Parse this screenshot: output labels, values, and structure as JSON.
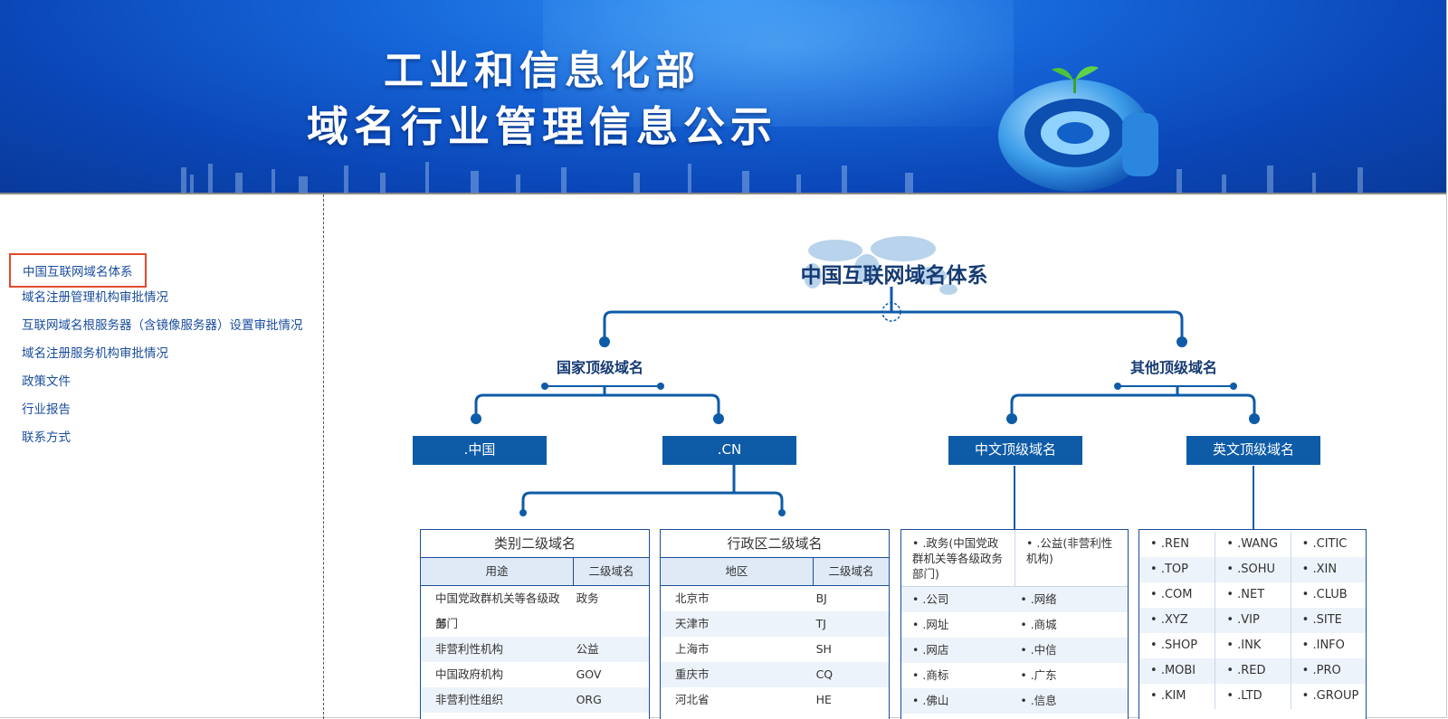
{
  "banner": {
    "title_line1": "工业和信息化部",
    "title_line2": "域名行业管理信息公示",
    "logo_icon": "at-sign-logo-icon"
  },
  "sidebar": {
    "items": [
      {
        "label": "中国互联网域名体系",
        "active": true
      },
      {
        "label": "域名注册管理机构审批情况"
      },
      {
        "label": "互联网域名根服务器（含镜像服务器）设置审批情况"
      },
      {
        "label": "域名注册服务机构审批情况"
      },
      {
        "label": "政策文件"
      },
      {
        "label": "行业报告"
      },
      {
        "label": "联系方式"
      }
    ]
  },
  "diagram": {
    "title": "中国互联网域名体系",
    "national": "国家顶级域名",
    "other": "其他顶级域名",
    "boxes": [
      ".中国",
      ".CN",
      "中文顶级域名",
      "英文顶级域名"
    ],
    "category_table": {
      "title": "类别二级域名",
      "headers": [
        "用途",
        "二级域名"
      ],
      "rows": [
        [
          "中国党政群机关等各级政务",
          "政务"
        ],
        [
          "部门",
          ""
        ],
        [
          "非营利性机构",
          "公益"
        ],
        [
          "中国政府机构",
          "GOV"
        ],
        [
          "非营利性组织",
          "ORG"
        ]
      ]
    },
    "region_table": {
      "title": "行政区二级域名",
      "headers": [
        "地区",
        "二级域名"
      ],
      "rows": [
        [
          "北京市",
          "BJ"
        ],
        [
          "天津市",
          "TJ"
        ],
        [
          "上海市",
          "SH"
        ],
        [
          "重庆市",
          "CQ"
        ],
        [
          "河北省",
          "HE"
        ]
      ]
    },
    "chinese_tld": {
      "head_left": ".政务(中国党政群机关等各级政务部门)",
      "head_right": ".公益(非营利性机构)",
      "rows": [
        [
          ".公司",
          ".网络"
        ],
        [
          ".网址",
          ".商城"
        ],
        [
          ".网店",
          ".中信"
        ],
        [
          ".商标",
          ".广东"
        ],
        [
          ".佛山",
          ".信息"
        ]
      ]
    },
    "english_tld": {
      "rows": [
        [
          ".REN",
          ".WANG",
          ".CITIC"
        ],
        [
          ".TOP",
          ".SOHU",
          ".XIN"
        ],
        [
          ".COM",
          ".NET",
          ".CLUB"
        ],
        [
          ".XYZ",
          ".VIP",
          ".SITE"
        ],
        [
          ".SHOP",
          ".INK",
          ".INFO"
        ],
        [
          ".MOBI",
          ".RED",
          ".PRO"
        ],
        [
          ".KIM",
          ".LTD",
          ".GROUP"
        ]
      ]
    }
  },
  "colors": {
    "banner": "#0b47b8",
    "box": "#0e5ba8",
    "line": "#0e5ba8",
    "title": "#163b73",
    "highlight": "#e24a2c"
  }
}
